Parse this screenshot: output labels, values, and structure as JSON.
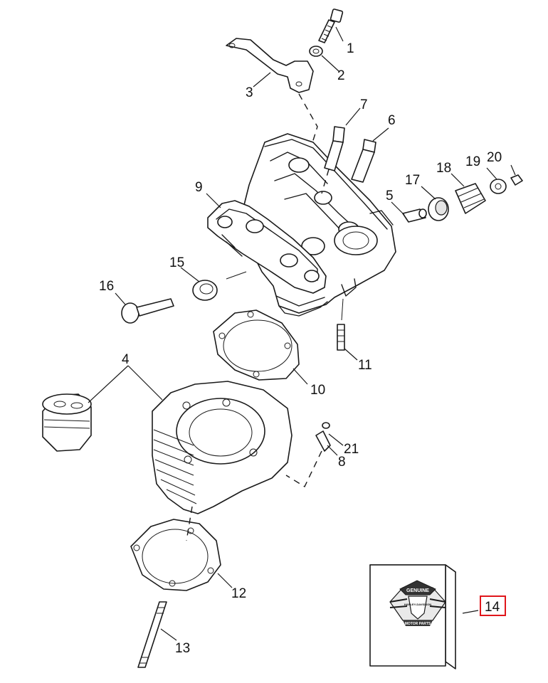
{
  "diagram": {
    "callouts": [
      {
        "id": "1",
        "text": "1"
      },
      {
        "id": "2",
        "text": "2"
      },
      {
        "id": "3",
        "text": "3"
      },
      {
        "id": "4",
        "text": "4"
      },
      {
        "id": "5",
        "text": "5"
      },
      {
        "id": "6",
        "text": "6"
      },
      {
        "id": "7",
        "text": "7"
      },
      {
        "id": "8",
        "text": "8"
      },
      {
        "id": "9",
        "text": "9"
      },
      {
        "id": "10",
        "text": "10"
      },
      {
        "id": "11",
        "text": "11"
      },
      {
        "id": "12",
        "text": "12"
      },
      {
        "id": "13",
        "text": "13"
      },
      {
        "id": "14",
        "text": "14",
        "highlighted": true
      },
      {
        "id": "15",
        "text": "15"
      },
      {
        "id": "16",
        "text": "16"
      },
      {
        "id": "17",
        "text": "17"
      },
      {
        "id": "18",
        "text": "18"
      },
      {
        "id": "19",
        "text": "19"
      },
      {
        "id": "20",
        "text": "20"
      },
      {
        "id": "21",
        "text": "21"
      }
    ],
    "highlight_color": "#e0161b",
    "line_color": "#1a1a1a"
  },
  "kit_logo": {
    "line1": "GENUINE",
    "line2": "HARLEY-DAVIDSON",
    "line3": "MOTOR PARTS"
  }
}
